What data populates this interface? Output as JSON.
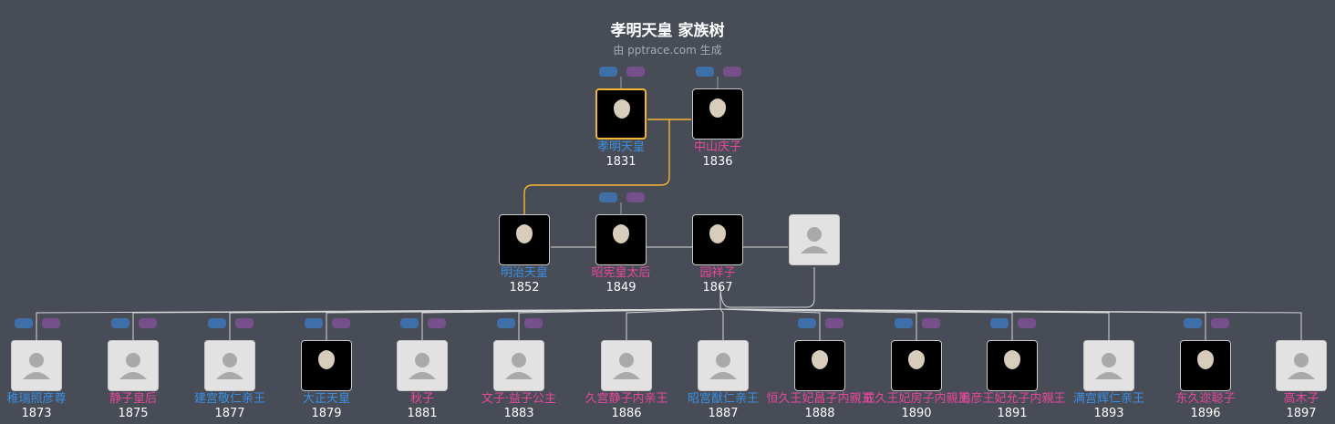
{
  "header": {
    "title": "孝明天皇 家族树",
    "subtitle": "由 pptrace.com 生成"
  },
  "colors": {
    "background": "#474c57",
    "male": "#3d8ee0",
    "female": "#e8489a",
    "highlight_line": "#f2b632",
    "line": "#d8d8d8"
  },
  "generation1": [
    {
      "name": "孝明天皇",
      "year": "1831",
      "gender": "male",
      "photo": "portrait",
      "selected": true
    },
    {
      "name": "中山庆子",
      "year": "1836",
      "gender": "female",
      "photo": "portrait",
      "selected": false
    }
  ],
  "generation2": [
    {
      "name": "明治天皇",
      "year": "1852",
      "gender": "male",
      "photo": "portrait"
    },
    {
      "name": "昭宪皇太后",
      "year": "1849",
      "gender": "female",
      "photo": "portrait"
    },
    {
      "name": "园祥子",
      "year": "1867",
      "gender": "female",
      "photo": "portrait"
    },
    {
      "name": "",
      "year": "",
      "gender": "unknown",
      "photo": "placeholder"
    }
  ],
  "generation3": [
    {
      "name": "稚瑞照彦尊",
      "year": "1873",
      "gender": "male",
      "photo": "placeholder"
    },
    {
      "name": "静子皇后",
      "year": "1875",
      "gender": "female",
      "photo": "placeholder"
    },
    {
      "name": "建宫敬仁亲王",
      "year": "1877",
      "gender": "male",
      "photo": "placeholder"
    },
    {
      "name": "大正天皇",
      "year": "1879",
      "gender": "male",
      "photo": "portrait"
    },
    {
      "name": "秋子",
      "year": "1881",
      "gender": "female",
      "photo": "placeholder"
    },
    {
      "name": "文子·益子公主",
      "year": "1883",
      "gender": "female",
      "photo": "placeholder"
    },
    {
      "name": "久宫静子内亲王",
      "year": "1886",
      "gender": "female",
      "photo": "placeholder"
    },
    {
      "name": "昭宫猷仁亲王",
      "year": "1887",
      "gender": "male",
      "photo": "placeholder"
    },
    {
      "name": "恒久王妃昌子内親王",
      "year": "1888",
      "gender": "female",
      "photo": "portrait"
    },
    {
      "name": "成久王妃房子内親王",
      "year": "1890",
      "gender": "female",
      "photo": "portrait"
    },
    {
      "name": "鳩彦王妃允子内親王",
      "year": "1891",
      "gender": "female",
      "photo": "portrait"
    },
    {
      "name": "满宫辉仁亲王",
      "year": "1893",
      "gender": "male",
      "photo": "placeholder"
    },
    {
      "name": "东久迩聪子",
      "year": "1896",
      "gender": "female",
      "photo": "portrait"
    },
    {
      "name": "高木子",
      "year": "1897",
      "gender": "female",
      "photo": "placeholder"
    }
  ]
}
